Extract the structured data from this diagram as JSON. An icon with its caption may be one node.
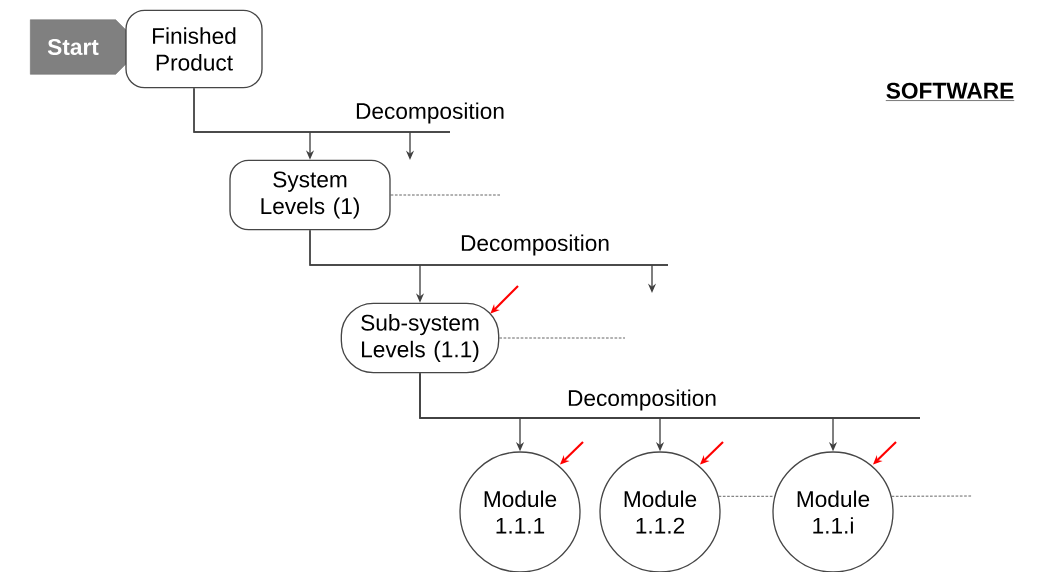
{
  "diagram": {
    "nodes": [
      {
        "text": [
          "Start"
        ]
      },
      {
        "text": [
          "Finished Product"
        ]
      },
      {
        "text": [
          "System Levels (1)"
        ]
      },
      {
        "text": [
          "Sub-system Levels (1.1)"
        ]
      },
      {
        "text": [
          "Module 1.1.1"
        ]
      },
      {
        "text": [
          "Module 1.1.2"
        ]
      },
      {
        "text": [
          "Module 1.1.i"
        ]
      }
    ],
    "edges": [
      {
        "from": 1,
        "to": 2,
        "arrow": "to",
        "label": "Decomposition"
      },
      {
        "from": 1,
        "to": null,
        "arrow": "to"
      },
      {
        "from": 2,
        "to": null,
        "arrow": "none",
        "style": "dashed"
      },
      {
        "from": 2,
        "to": 3,
        "arrow": "to",
        "label": "Decomposition"
      },
      {
        "from": 2,
        "to": null,
        "arrow": "to"
      },
      {
        "from": null,
        "to": 3,
        "arrow": "to",
        "color": "#ff0000"
      },
      {
        "from": 3,
        "to": null,
        "arrow": "none",
        "style": "dashed"
      },
      {
        "from": 3,
        "to": 4,
        "arrow": "to",
        "label": "Decomposition"
      },
      {
        "from": 3,
        "to": 5,
        "arrow": "to"
      },
      {
        "from": 3,
        "to": 6,
        "arrow": "to"
      },
      {
        "from": null,
        "to": 4,
        "arrow": "to",
        "color": "#ff0000"
      },
      {
        "from": null,
        "to": 5,
        "arrow": "to",
        "color": "#ff0000"
      },
      {
        "from": null,
        "to": 6,
        "arrow": "to",
        "color": "#ff0000"
      },
      {
        "from": 5,
        "to": 6,
        "arrow": "none",
        "style": "dashed"
      },
      {
        "from": 6,
        "to": null,
        "arrow": "none",
        "style": "dashed"
      }
    ],
    "labels": [
      "**SOFTWARE**"
    ]
  }
}
